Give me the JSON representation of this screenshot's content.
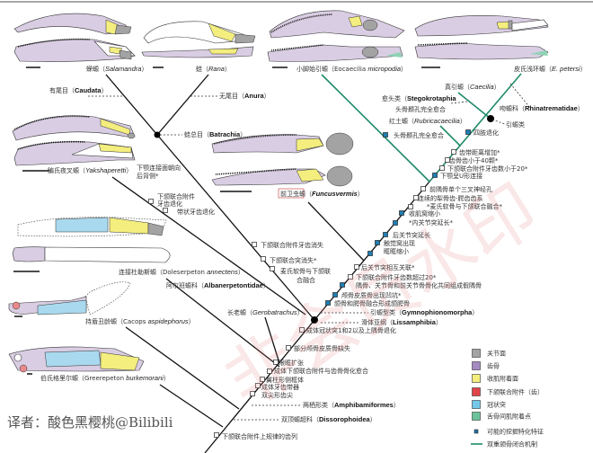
{
  "taxa": {
    "salamandra": {
      "cn": "蝾螈（",
      "latin": "Salamandra",
      "end": "）"
    },
    "rana": {
      "cn": "蛙（",
      "latin": "Rana",
      "end": "）"
    },
    "eocaecilia": {
      "cn": "小脚始引螈（Eocaecilia ",
      "latin": "micropodia",
      "end": "）"
    },
    "petersi": {
      "cn": "皮氏浅环螈（",
      "latin": "E. petersi",
      "end": "）"
    },
    "yakshaperetti": {
      "cn": "鳊氏夜叉螈（",
      "latin": "Yakshaperetti",
      "end": "）"
    },
    "funcusvermis": {
      "cn": "前卫虫螈（",
      "latin": "Funcusvermis",
      "end": "）"
    },
    "doleserpeton": {
      "cn": "连接杜勒斯螈（Doleserpeton ",
      "latin": "annectens",
      "end": "）"
    },
    "cacops": {
      "cn": "持盾丑龄螈（Cacops ",
      "latin": "aspidephorus",
      "end": "）"
    },
    "greerepeton": {
      "cn": "伯氏格里尔螈（Greerepeton ",
      "latin": "burkemorani",
      "end": "）"
    },
    "gerobatrachus": {
      "cn": "长老螈（",
      "latin": "Gerobatrachus",
      "end": "）"
    },
    "caecilia": {
      "cn": "真引螈（",
      "latin": "Caecilia",
      "end": "）"
    },
    "rubricacaecilia": {
      "cn": "红土螈（",
      "latin": "Rubricacaecilia",
      "end": "）"
    }
  },
  "clades": {
    "caudata": {
      "cn": "有尾目（",
      "latin": "Caudata",
      "end": "）"
    },
    "anura": {
      "cn": "无尾目（",
      "latin": "Anura",
      "end": "）"
    },
    "batrachia": {
      "cn": "蛙总目（",
      "latin": "Batrachia",
      "end": "）"
    },
    "albanerpetontidae": {
      "cn": "阿尔班螈科（",
      "latin": "Albanerpetontidae",
      "end": "）"
    },
    "stegokrotaphia": {
      "cn": "愈头类（",
      "latin": "Stegokrotaphia",
      "end": ""
    },
    "rhinatrematidae": {
      "cn": "吻螈科（",
      "latin": "Rhinatrematidae",
      "end": "）"
    },
    "caecilians": {
      "cn": "引螈类"
    },
    "gymnophionomorpha": {
      "cn": "引螈型类（",
      "latin": "Gymnophionomorpha",
      "end": "）"
    },
    "lissamphibia": {
      "cn": "滑体亚纲（",
      "latin": "Lissamphibia",
      "end": "）"
    },
    "amphibamiformes": {
      "cn": "两栖形类（",
      "latin": "Amphibamiformes",
      "end": "）"
    },
    "dissorophoidea": {
      "cn": "双顶螈超科（",
      "latin": "Dissorophoidea",
      "end": "）"
    }
  },
  "characters": [
    {
      "text": "下颚连接面朝向",
      "marker": "none"
    },
    {
      "text": "后背侧*",
      "marker": "none"
    },
    {
      "text": "下颌联合附件",
      "marker": "open"
    },
    {
      "text": "牙齿退化",
      "marker": "open"
    },
    {
      "text": "带状牙齿退化",
      "marker": "open"
    },
    {
      "text": "下颌联合附件牙齿消失",
      "marker": "open"
    },
    {
      "text": "下颌联合突消失*",
      "marker": "open"
    },
    {
      "text": "麦氏软骨与下颌联",
      "marker": "open"
    },
    {
      "text": "合融合",
      "marker": "none"
    },
    {
      "text": "头骨颞孔完全愈合",
      "marker": "none"
    },
    {
      "text": "四肢退化",
      "marker": "blue"
    },
    {
      "text": "头骨颞孔完全愈合",
      "marker": "blue"
    },
    {
      "text": "齿带距离增加*",
      "marker": "open"
    },
    {
      "text": "齿骨齿小于40颗*",
      "marker": "open"
    },
    {
      "text": "下颌联合附件牙齿数小于20*",
      "marker": "open"
    },
    {
      "text": "下颚呈U形连接",
      "marker": "blue"
    },
    {
      "text": "前隅骨单个三叉神经孔",
      "marker": "open"
    },
    {
      "text": "连续的犁骨齿-腭齿齿系",
      "marker": "open"
    },
    {
      "text": "*麦氏软骨与下颌联合融合*",
      "marker": "open"
    },
    {
      "text": "收肌窝缩小",
      "marker": "blue"
    },
    {
      "text": "*内关节突延长*",
      "marker": "blue"
    },
    {
      "text": "后关节突延长",
      "marker": "blue"
    },
    {
      "text": "触觉窝出现",
      "marker": "blue"
    },
    {
      "text": "眶眶缩小",
      "marker": "blue"
    },
    {
      "text": "后关节突相互关联*",
      "marker": "open"
    },
    {
      "text": "下颌联合附件牙齿数超过20*",
      "marker": "open"
    },
    {
      "text": "隅骨、关节骨和前关节骨骨化共同组成假隅骨",
      "marker": "blue"
    },
    {
      "text": "颅骨皮质骨出现凹坑*",
      "marker": "blue"
    },
    {
      "text": "颌骨和腭骨融合形成颌腭骨",
      "marker": "blue"
    },
    {
      "text": "成体冠状突1和2以及上隅骨退化",
      "marker": "open"
    },
    {
      "text": "部分颅骨皮质骨缺失",
      "marker": "open"
    },
    {
      "text": "眼眶扩张",
      "marker": "open"
    },
    {
      "text": "成体下颌联合附件与齿骨骨化愈合",
      "marker": "open"
    },
    {
      "text": "翼柱形侧框体",
      "marker": "open"
    },
    {
      "text": "成体牙齿带器",
      "marker": "open"
    },
    {
      "text": "双尖形齿尖",
      "marker": "open"
    },
    {
      "text": "下颌联合附件上规律的齿列",
      "marker": "open"
    }
  ],
  "legend": [
    {
      "label": "关节面",
      "color": "#a3a3a3",
      "kind": "box"
    },
    {
      "label": "齿骨",
      "color": "#a58bc0",
      "kind": "box"
    },
    {
      "label": "收肌附着面",
      "color": "#f3ee7e",
      "kind": "box"
    },
    {
      "label": "下颌联合附件（齿）",
      "color": "#e0454a",
      "kind": "box"
    },
    {
      "label": "冠状突",
      "color": "#76c8ea",
      "kind": "box"
    },
    {
      "label": "舌骨间肌附着点",
      "color": "#6cc29a",
      "kind": "box"
    },
    {
      "label": "可能的挖掘特化特征",
      "color": "#1f6fa3",
      "kind": "small-box"
    },
    {
      "label": "双重颌骨闭合机制",
      "color": "#1f8a6a",
      "kind": "line"
    }
  ],
  "translator": "译者：酸色黑樱桃@Bilibili",
  "watermark": "非会员水印"
}
